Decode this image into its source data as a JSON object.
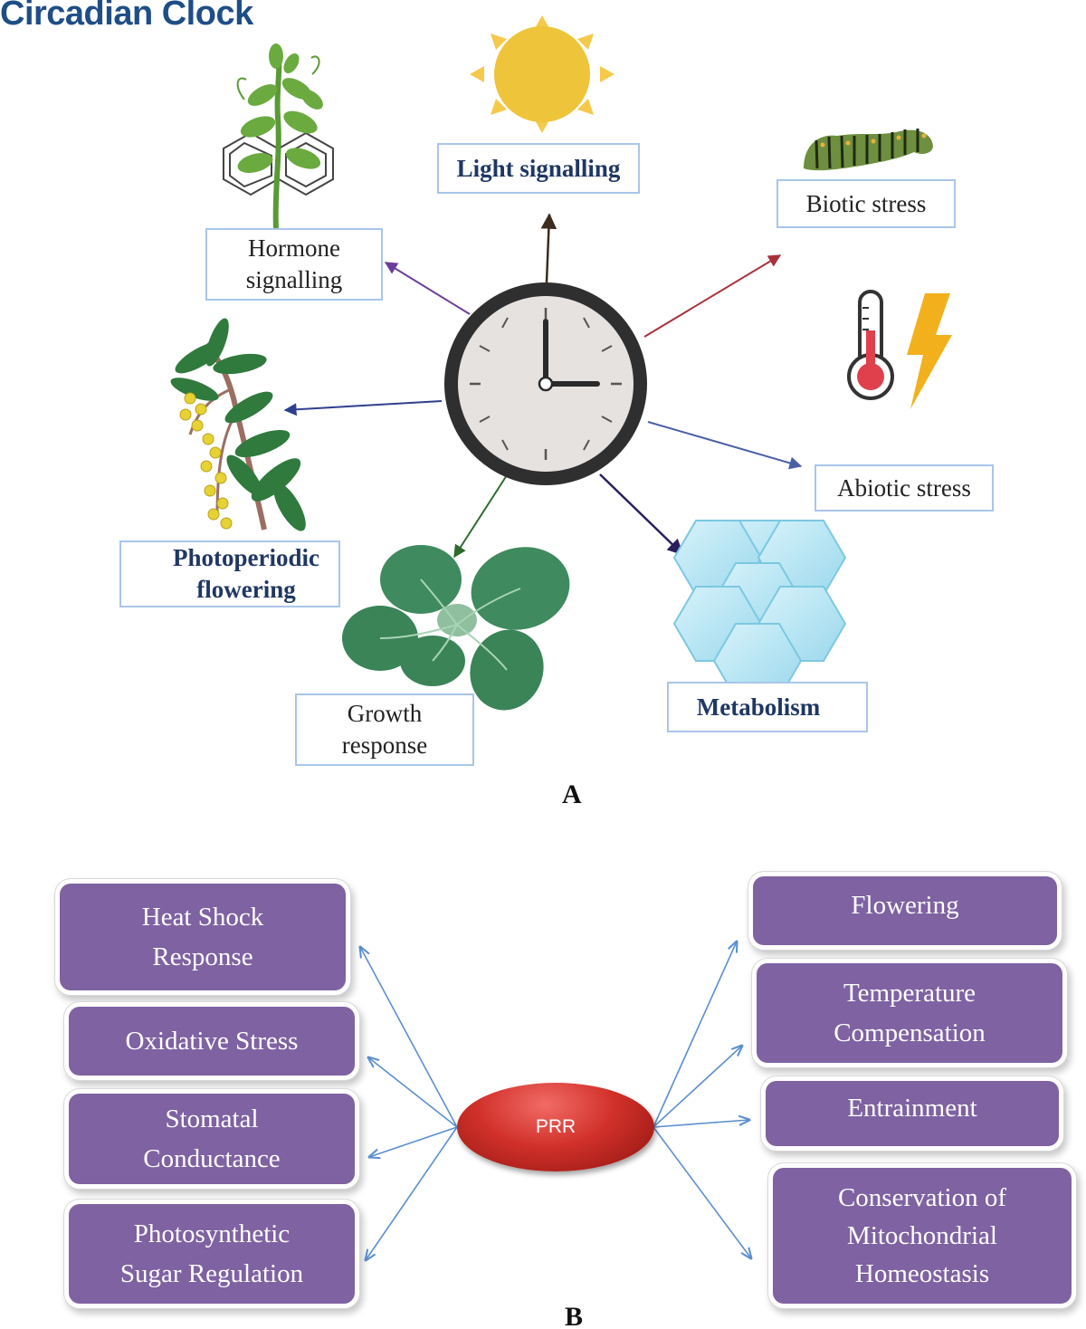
{
  "title": "Circadian Clock",
  "panel_a": {
    "label": "A",
    "nodes": {
      "light": "Light signalling",
      "biotic": "Biotic stress",
      "hormone_line1": "Hormone",
      "hormone_line2": "signalling",
      "abiotic": "Abiotic stress",
      "photo_line1": "Photoperiodic",
      "photo_line2": "flowering",
      "growth_line1": "Growth",
      "growth_line2": "response",
      "metabolism": "Metabolism"
    },
    "icons": [
      "sun-icon",
      "caterpillar-icon",
      "thermometer-icon",
      "lightning-icon",
      "flowering-plant-icon",
      "branch-plant-icon",
      "benzene-ring-icon",
      "leafy-plant-icon",
      "honeycomb-icon",
      "clock-icon"
    ]
  },
  "panel_b": {
    "label": "B",
    "center": "PRR",
    "left": [
      {
        "line1": "Heat Shock",
        "line2": "Response"
      },
      {
        "line1": "Oxidative Stress",
        "line2": ""
      },
      {
        "line1": "Stomatal",
        "line2": "Conductance"
      },
      {
        "line1": "Photosynthetic",
        "line2": "Sugar Regulation"
      }
    ],
    "right": [
      {
        "line1": "Flowering",
        "line2": "",
        "line3": ""
      },
      {
        "line1": "Temperature",
        "line2": "Compensation",
        "line3": ""
      },
      {
        "line1": "Entrainment",
        "line2": "",
        "line3": ""
      },
      {
        "line1": "Conservation of",
        "line2": "Mitochondrial",
        "line3": "Homeostasis"
      }
    ],
    "colors": {
      "box": "#7f62a2",
      "arrow": "#5b8fcf",
      "center": "#c62828"
    }
  }
}
